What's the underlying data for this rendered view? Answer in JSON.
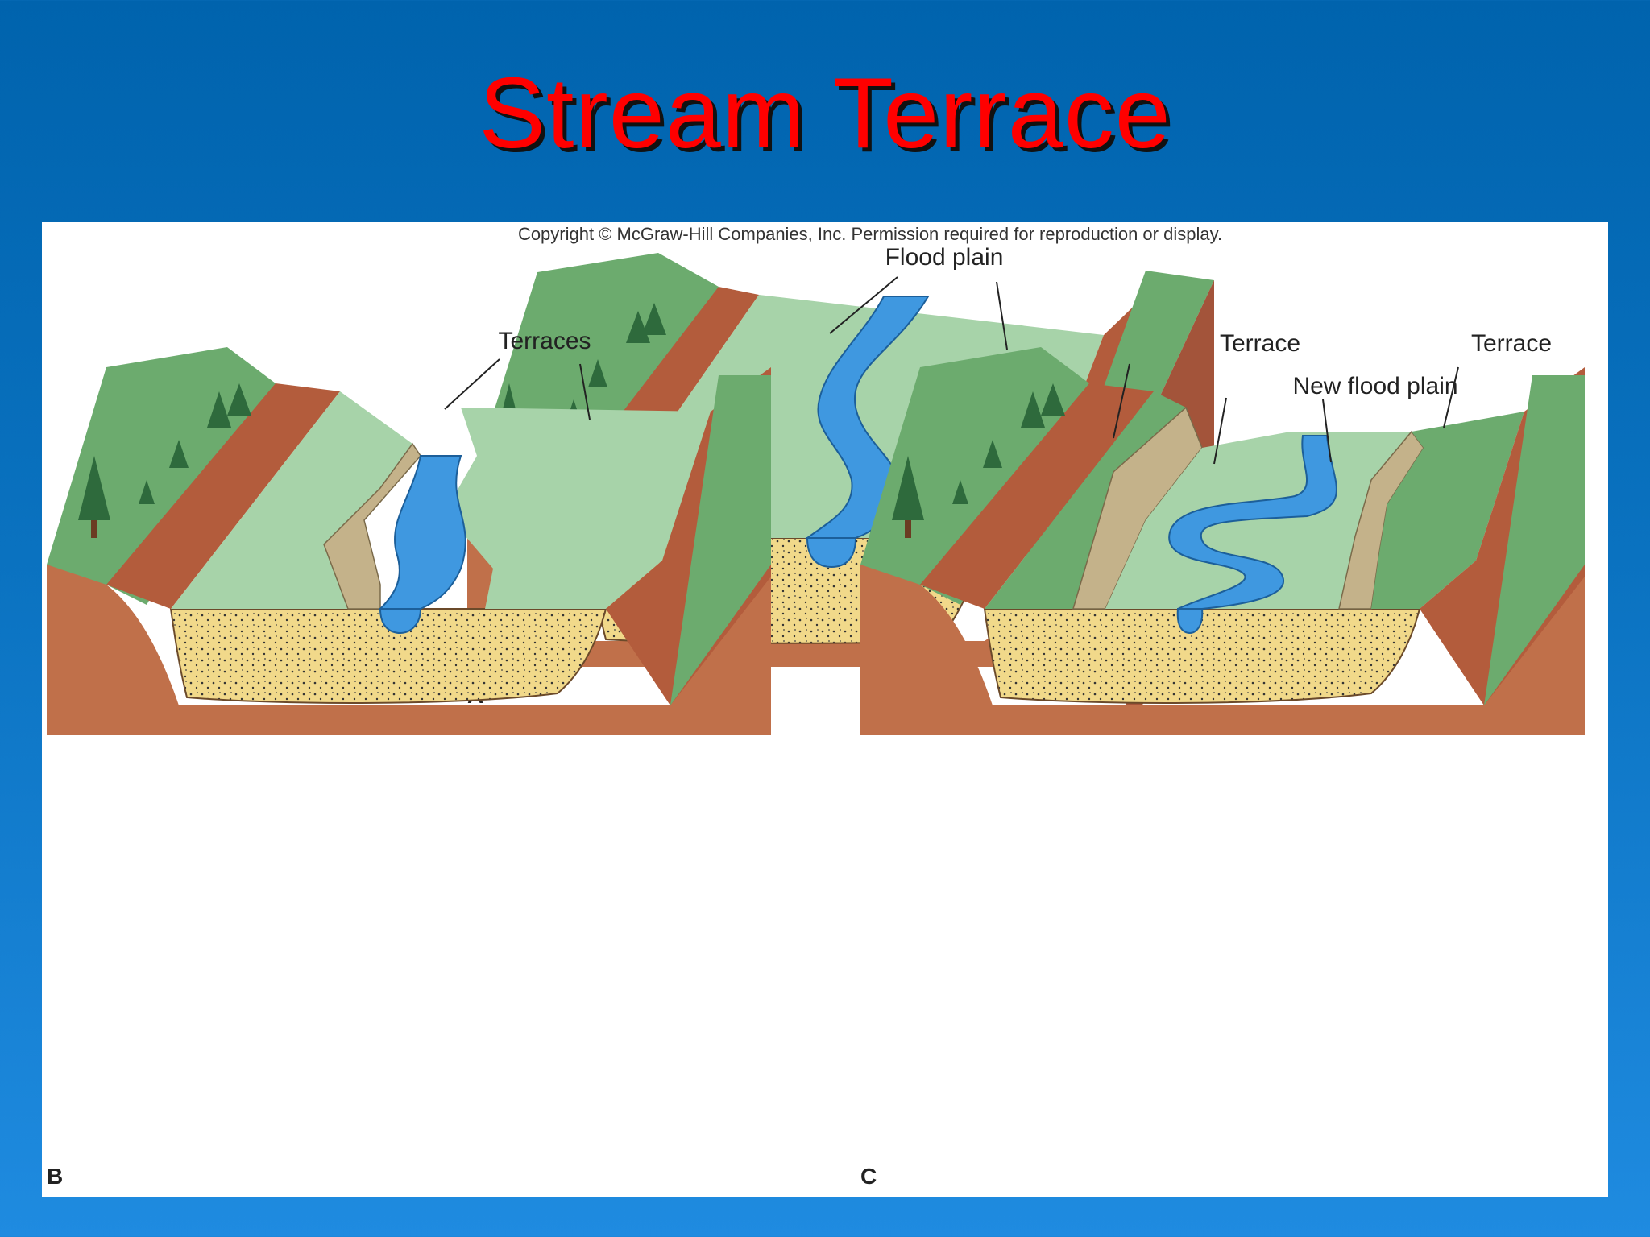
{
  "slide": {
    "title": "Stream Terrace",
    "colors": {
      "background": "#0a6fbb",
      "title": "#ff0000",
      "panel": "#ffffff",
      "soil": "#c0704a",
      "sediment": "#f1d98a",
      "floodplain": "#a7d3a9",
      "grass": "#6cab6e",
      "water": "#3f98e0",
      "terrace_wall": "#c4b28a"
    }
  },
  "figure": {
    "copyright": "Copyright © McGraw-Hill Companies, Inc. Permission required for reproduction or display.",
    "panel_a": {
      "letter": "A",
      "labels": [
        "Flood plain"
      ]
    },
    "panel_b": {
      "letter": "B",
      "labels": [
        "Terraces"
      ]
    },
    "panel_c": {
      "letter": "C",
      "labels": [
        "Terrace",
        "New flood plain",
        "Terrace"
      ]
    }
  }
}
